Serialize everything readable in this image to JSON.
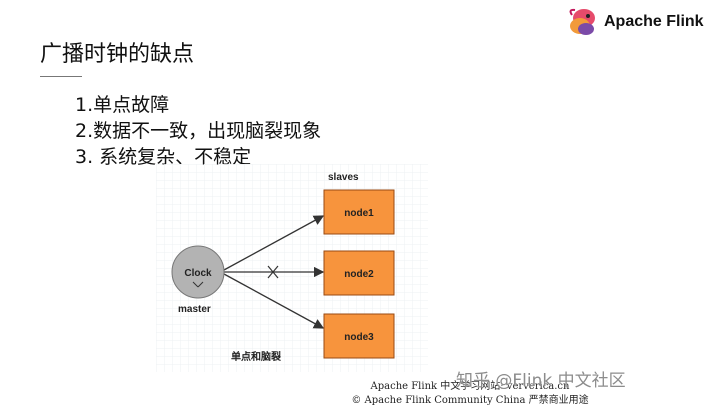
{
  "brand": {
    "name": "Apache Flink",
    "logo_icon": "flink-squirrel-logo-icon"
  },
  "slide": {
    "title": "广播时钟的缺点",
    "bullets": [
      "1.单点故障",
      "2.数据不一致，出现脑裂现象",
      "3. 系统复杂、不稳定"
    ]
  },
  "diagram": {
    "slaves_label": "slaves",
    "clock_label": "Clock",
    "master_label": "master",
    "nodes": [
      "node1",
      "node2",
      "node3"
    ],
    "caption": "单点和脑裂",
    "colors": {
      "node_fill": "#f7943d",
      "node_border": "#9a4a12",
      "clock_fill": "#b3b3b3",
      "arrow": "#333333"
    }
  },
  "footer": {
    "line1": "Apache Flink 中文学习网站: ververica.cn",
    "line2": "© Apache Flink Community China  严禁商业用途"
  },
  "watermark": "知乎 @Flink 中文社区"
}
